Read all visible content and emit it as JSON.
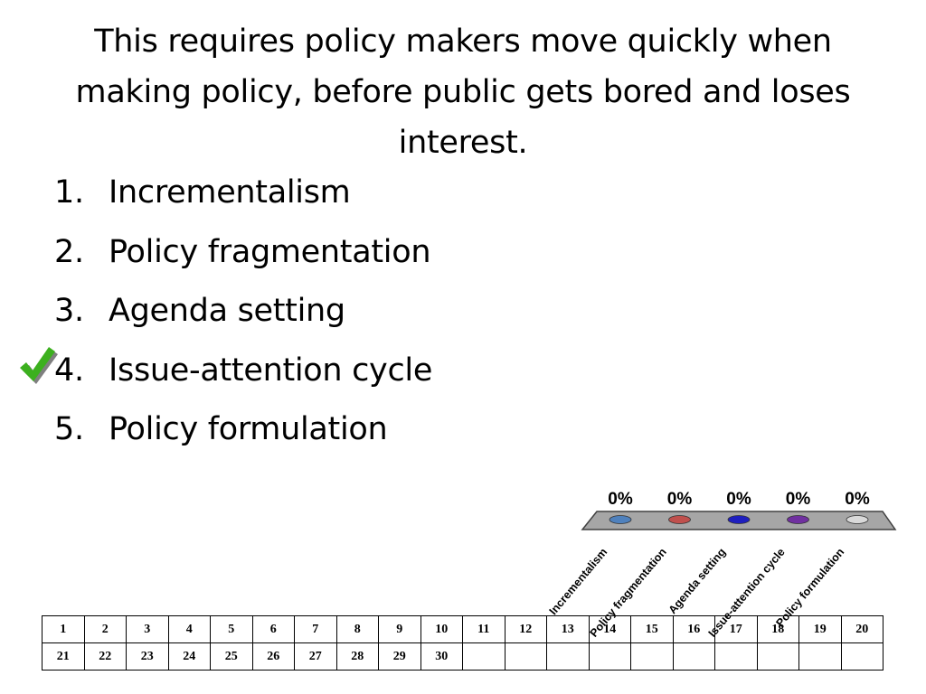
{
  "question": {
    "title": "This requires policy makers move quickly when making policy, before public gets bored and loses interest."
  },
  "options": [
    {
      "number": "1.",
      "text": "Incrementalism",
      "correct": false
    },
    {
      "number": "2.",
      "text": "Policy fragmentation",
      "correct": false
    },
    {
      "number": "3.",
      "text": "Agenda setting",
      "correct": false
    },
    {
      "number": "4.",
      "text": "Issue-attention cycle",
      "correct": true
    },
    {
      "number": "5.",
      "text": "Policy formulation",
      "correct": false
    }
  ],
  "correct_marker_icon": "checkmark-icon",
  "colors": {
    "check_fill": "#3cb01e",
    "check_shadow": "#7f7f7f",
    "platform": "#a6a6a6",
    "platform_border": "#404040"
  },
  "chart_data": {
    "type": "bar",
    "categories": [
      "Incrementalism",
      "Policy fragmentation",
      "Agenda setting",
      "Issue-attention cycle",
      "Policy formulation"
    ],
    "values": [
      0,
      0,
      0,
      0,
      0
    ],
    "value_labels": [
      "0%",
      "0%",
      "0%",
      "0%",
      "0%"
    ],
    "colors": [
      "#4f81bd",
      "#c0504d",
      "#1f1fbf",
      "#7030a0",
      "#d9d9d9"
    ],
    "ylim": [
      0,
      100
    ]
  },
  "response_grid": {
    "rows": [
      [
        "1",
        "2",
        "3",
        "4",
        "5",
        "6",
        "7",
        "8",
        "9",
        "10",
        "11",
        "12",
        "13",
        "14",
        "15",
        "16",
        "17",
        "18",
        "19",
        "20"
      ],
      [
        "21",
        "22",
        "23",
        "24",
        "25",
        "26",
        "27",
        "28",
        "29",
        "30",
        "",
        "",
        "",
        "",
        "",
        "",
        "",
        "",
        "",
        ""
      ]
    ]
  }
}
